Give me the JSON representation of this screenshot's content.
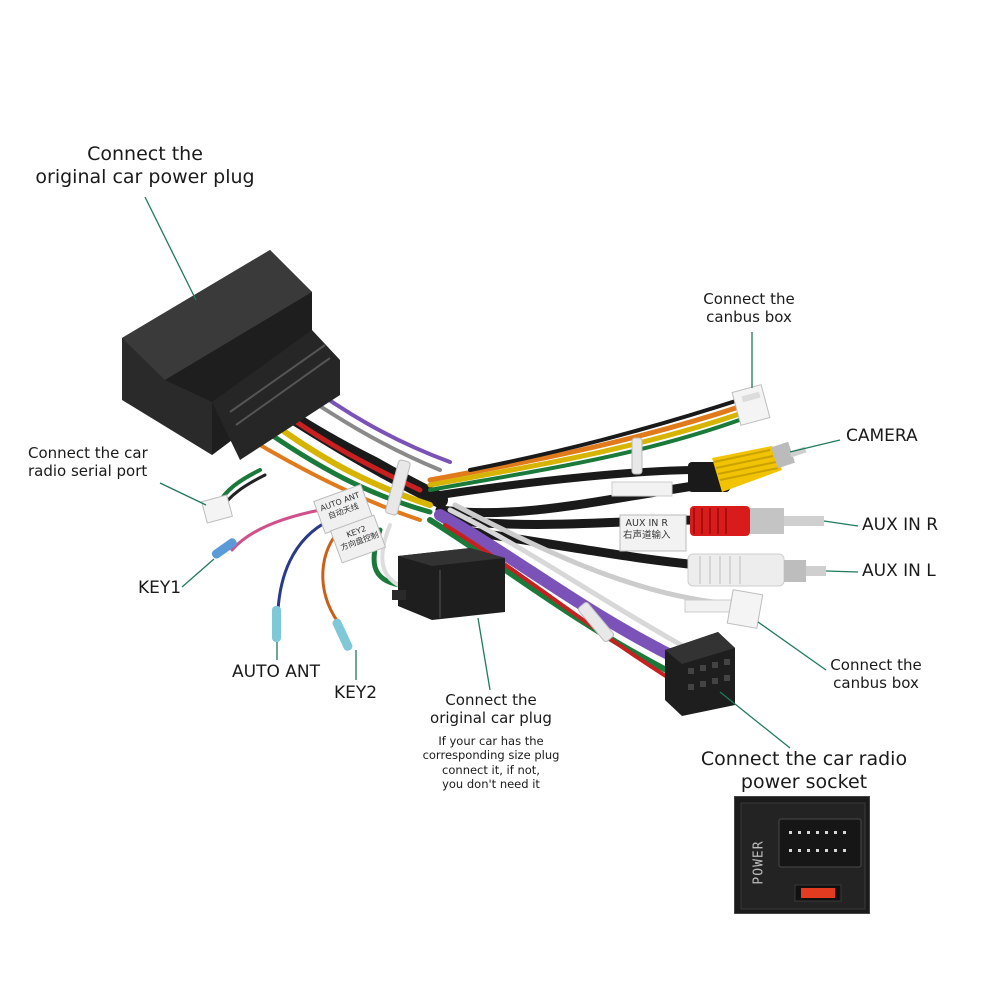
{
  "labels": {
    "power_plug": [
      "Connect the",
      "original car  power plug"
    ],
    "canbus_top": [
      "Connect the",
      "canbus box"
    ],
    "serial_port": [
      "Connect the car",
      "radio  serial port"
    ],
    "camera": "CAMERA",
    "aux_r": "AUX IN R",
    "aux_l": "AUX IN L",
    "key1": "KEY1",
    "auto_ant": "AUTO ANT",
    "key2": "KEY2",
    "canbus_bottom": [
      "Connect the",
      "canbus box"
    ],
    "car_plug": [
      "Connect the",
      "original car plug"
    ],
    "car_plug_note": [
      "If your car has the",
      "corresponding size plug",
      "connect it, if not,",
      "you don't need it"
    ],
    "power_socket": [
      "Connect the car radio",
      "power socket"
    ]
  },
  "sleeve_tags": {
    "aux_r_tag": [
      "AUX IN R",
      "右声道输入"
    ],
    "key_tag": [
      "KEY2",
      "方向盘控制"
    ],
    "auto_tag": [
      "AUTO ANT",
      "自动天线"
    ]
  },
  "inset": {
    "socket_text": "POWER"
  },
  "colors": {
    "leader_line": "#1f7a5a",
    "rca_yellow": "#f2c300",
    "rca_red": "#d81c1c",
    "rca_white": "#eeeeee",
    "wire_purple": "#7a52b8",
    "wire_green": "#1a7a3a",
    "wire_orange": "#e07a1a",
    "connector_black": "#1e1e1e"
  }
}
